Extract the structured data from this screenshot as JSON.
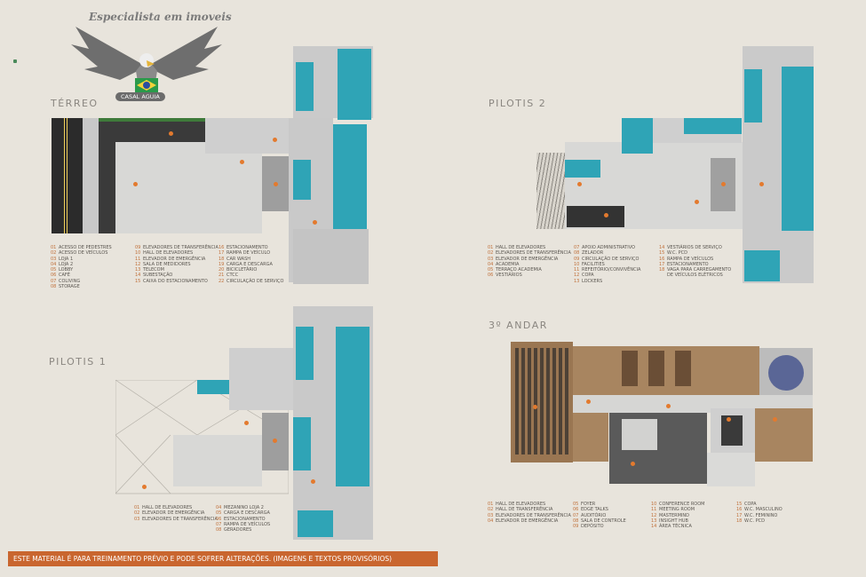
{
  "logo": {
    "tagline": "Especialista em imoveis",
    "name": "CASAL AGUIA"
  },
  "sections": {
    "terreo": {
      "title": "TÉRREO",
      "legend": [
        [
          [
            "01",
            "ACESSO DE PEDESTRES"
          ],
          [
            "02",
            "ACESSO DE VEÍCULOS"
          ],
          [
            "03",
            "LOJA 1"
          ],
          [
            "04",
            "LOJA 2"
          ],
          [
            "05",
            "LOBBY"
          ],
          [
            "06",
            "CAFÉ"
          ],
          [
            "07",
            "COLIVING"
          ],
          [
            "08",
            "STORAGE"
          ]
        ],
        [
          [
            "09",
            "ELEVADORES DE TRANSFERÊNCIA"
          ],
          [
            "10",
            "HALL DE ELEVADORES"
          ],
          [
            "11",
            "ELEVADOR DE EMERGÊNCIA"
          ],
          [
            "12",
            "SALA DE MEDIDORES"
          ],
          [
            "13",
            "TELECOM"
          ],
          [
            "14",
            "SUBESTAÇÃO"
          ],
          [
            "15",
            "CAIXA DO ESTACIONAMENTO"
          ]
        ],
        [
          [
            "16",
            "ESTACIONAMENTO"
          ],
          [
            "17",
            "RAMPA DE VEÍCULO"
          ],
          [
            "18",
            "CAR WASH"
          ],
          [
            "19",
            "CARGA E DESCARGA"
          ],
          [
            "20",
            "BICICLETÁRIO"
          ],
          [
            "21",
            "CTCC"
          ],
          [
            "22",
            "CIRCULAÇÃO DE SERVIÇO"
          ]
        ]
      ]
    },
    "pilotis2": {
      "title": "PILOTIS 2",
      "legend": [
        [
          [
            "01",
            "HALL DE ELEVADORES"
          ],
          [
            "02",
            "ELEVADORES DE TRANSFERÊNCIA"
          ],
          [
            "03",
            "ELEVADOR DE EMERGÊNCIA"
          ],
          [
            "04",
            "ACADEMIA"
          ],
          [
            "05",
            "TERRAÇO ACADEMIA"
          ],
          [
            "06",
            "VESTIÁRIOS"
          ]
        ],
        [
          [
            "07",
            "APOIO ADMINISTRATIVO"
          ],
          [
            "08",
            "ZELADOR"
          ],
          [
            "09",
            "CIRCULAÇÃO DE SERVIÇO"
          ],
          [
            "10",
            "FACILITIES"
          ],
          [
            "11",
            "REFEITÓRIO/CONVIVÊNCIA"
          ],
          [
            "12",
            "COPA"
          ],
          [
            "13",
            "LOCKERS"
          ]
        ],
        [
          [
            "14",
            "VESTIÁRIOS DE SERVIÇO"
          ],
          [
            "15",
            "W.C. PCD"
          ],
          [
            "16",
            "RAMPA DE VEÍCULOS"
          ],
          [
            "17",
            "ESTACIONAMENTO"
          ],
          [
            "18",
            "VAGA PARA CARREGAMENTO DE VEÍCULOS ELÉTRICOS"
          ]
        ]
      ]
    },
    "pilotis1": {
      "title": "PILOTIS 1",
      "legend": [
        [
          [
            "01",
            "HALL DE ELEVADORES"
          ],
          [
            "02",
            "ELEVADOR DE EMERGÊNCIA"
          ],
          [
            "03",
            "ELEVADORES DE TRANSFERÊNCIA"
          ]
        ],
        [
          [
            "04",
            "MEZANINO LOJA 2"
          ],
          [
            "05",
            "CARGA E DESCARGA"
          ],
          [
            "06",
            "ESTACIONAMENTO"
          ],
          [
            "07",
            "RAMPA DE VEÍCULOS"
          ],
          [
            "08",
            "GERADORES"
          ]
        ]
      ]
    },
    "andar3": {
      "title": "3º ANDAR",
      "legend": [
        [
          [
            "01",
            "HALL DE ELEVADORES"
          ],
          [
            "02",
            "HALL DE TRANSFERÊNCIA"
          ],
          [
            "03",
            "ELEVADORES DE TRANSFERÊNCIA"
          ],
          [
            "04",
            "ELEVADOR DE EMERGÊNCIA"
          ]
        ],
        [
          [
            "05",
            "FOYER"
          ],
          [
            "06",
            "EDGE TALKS"
          ],
          [
            "07",
            "AUDITÓRIO"
          ],
          [
            "08",
            "SALA DE CONTROLE"
          ],
          [
            "09",
            "DEPÓSITO"
          ]
        ],
        [
          [
            "10",
            "CONFERENCE ROOM"
          ],
          [
            "11",
            "MEETING ROOM"
          ],
          [
            "12",
            "MASTERMIND"
          ],
          [
            "13",
            "INSIGHT HUB"
          ],
          [
            "14",
            "ÁREA TÉCNICA"
          ]
        ],
        [
          [
            "15",
            "COPA"
          ],
          [
            "16",
            "W.C. MASCULINO"
          ],
          [
            "17",
            "W.C. FEMININO"
          ],
          [
            "18",
            "W.C. PCD"
          ]
        ]
      ]
    }
  },
  "banner": "ESTE MATERIAL É PARA TREINAMENTO PRÉVIO E PODE SOFRER ALTERAÇÕES. (IMAGENS E TEXTOS PROVISÓRIOS)"
}
